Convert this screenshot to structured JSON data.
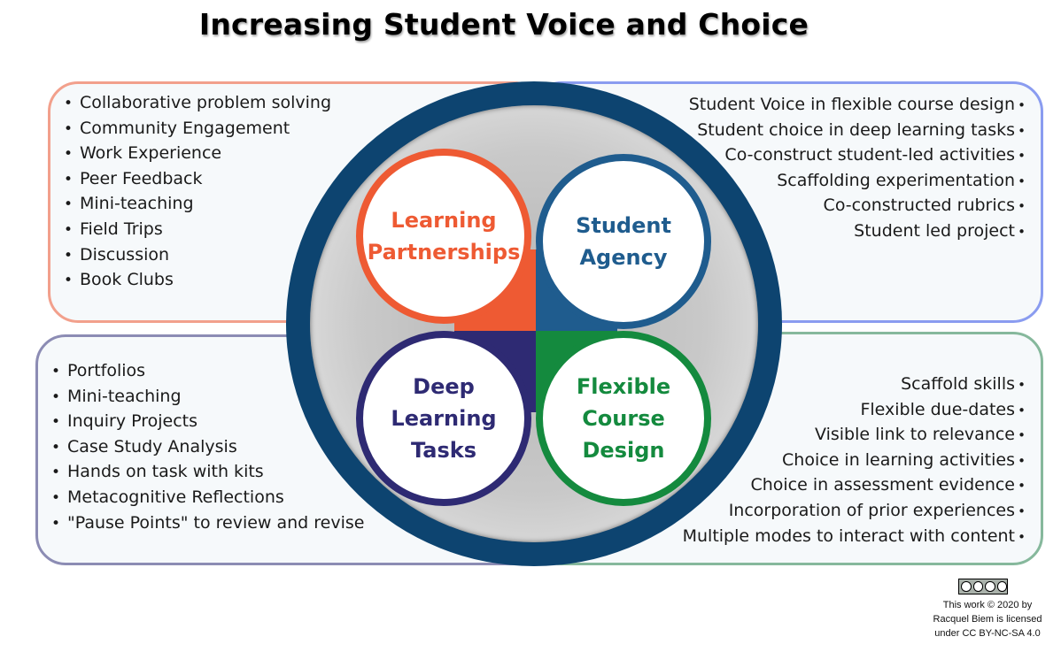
{
  "title": "Increasing Student Voice and Choice",
  "center": {
    "learning_partnerships": {
      "line1": "Learning",
      "line2": "Partnerships",
      "color": "#ee5a33"
    },
    "student_agency": {
      "line1": "Student",
      "line2": "Agency",
      "color": "#1f5c8e"
    },
    "deep_learning_tasks": {
      "line1": "Deep",
      "line2": "Learning",
      "line3": "Tasks",
      "color": "#2e2a73"
    },
    "flexible_course_design": {
      "line1": "Flexible",
      "line2": "Course",
      "line3": "Design",
      "color": "#148a3e"
    }
  },
  "learning_partnerships_items": [
    "Collaborative problem solving",
    "Community Engagement",
    "Work Experience",
    "Peer Feedback",
    "Mini-teaching",
    "Field Trips",
    "Discussion",
    "Book Clubs"
  ],
  "student_agency_items": [
    "Student Voice in flexible course design",
    "Student choice in deep learning tasks",
    "Co-construct student-led activities",
    "Scaffolding experimentation",
    "Co-constructed rubrics",
    "Student led project"
  ],
  "deep_learning_items": [
    "Portfolios",
    "Mini-teaching",
    "Inquiry Projects",
    "Case Study Analysis",
    "Hands on task with kits",
    "Metacognitive Reflections",
    "\"Pause Points\" to review and revise"
  ],
  "flexible_design_items": [
    "Scaffold skills",
    "Flexible due-dates",
    "Visible link to relevance",
    "Choice in learning activities",
    "Choice in assessment evidence",
    "Incorporation of prior experiences",
    "Multiple modes to interact with content"
  ],
  "license": {
    "badge": "cc by nc sa",
    "line1": "This work © 2020 by",
    "line2": "Racquel Biem is licensed",
    "line3": "under CC BY-NC-SA 4.0"
  }
}
